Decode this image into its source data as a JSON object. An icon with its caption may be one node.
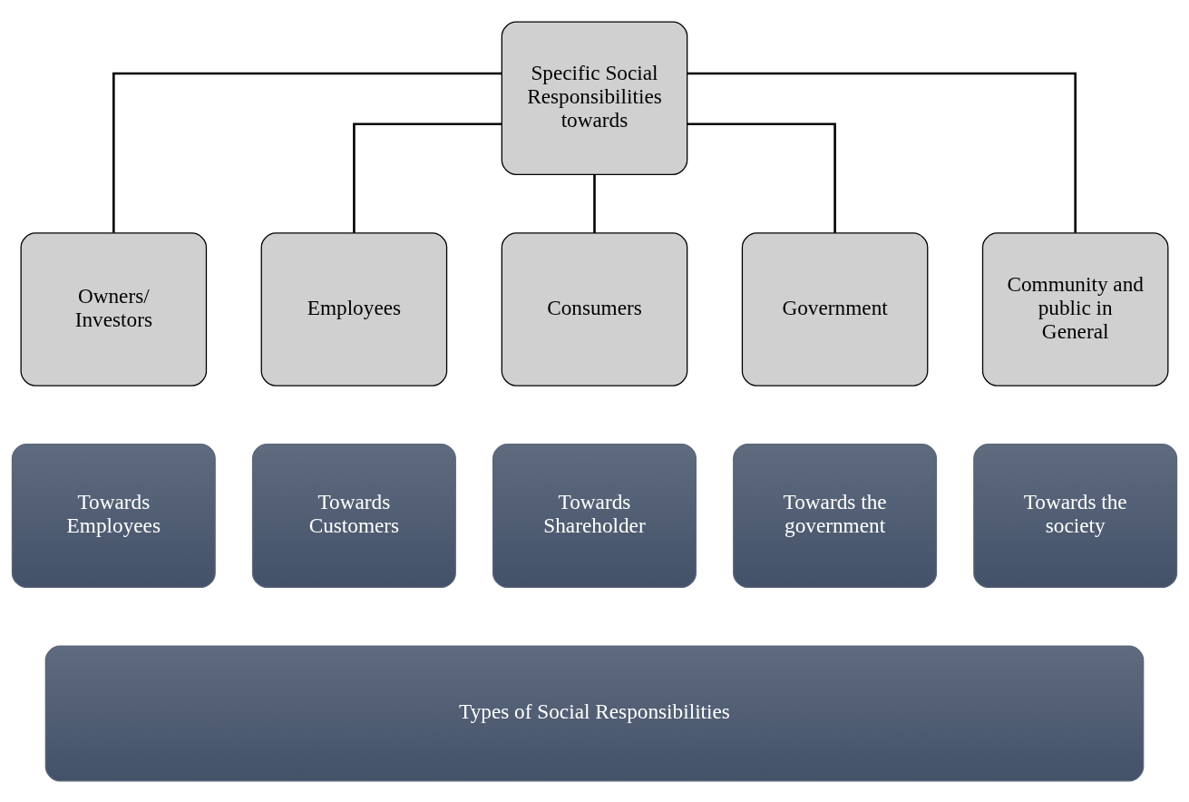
{
  "diagram": {
    "nodes": [
      {
        "text": [
          "Specific Social Responsibilities towards"
        ]
      },
      {
        "text": [
          "Owners/ Investors"
        ]
      },
      {
        "text": [
          "Employees"
        ]
      },
      {
        "text": [
          "Consumers"
        ]
      },
      {
        "text": [
          "Government"
        ]
      },
      {
        "text": [
          "Community and public in General"
        ]
      },
      {
        "text": [
          "Towards Employees"
        ]
      },
      {
        "text": [
          "Towards Customers"
        ]
      },
      {
        "text": [
          "Towards Shareholder"
        ]
      },
      {
        "text": [
          "Towards the government"
        ]
      },
      {
        "text": [
          "Towards the society"
        ]
      },
      {
        "text": [
          "Types of Social Responsibilities"
        ]
      }
    ],
    "edges": [
      {
        "from": 0,
        "to": 1,
        "arrow": "none"
      },
      {
        "from": 0,
        "to": 2,
        "arrow": "none"
      },
      {
        "from": 0,
        "to": 3,
        "arrow": "none"
      },
      {
        "from": 0,
        "to": 4,
        "arrow": "none"
      },
      {
        "from": 0,
        "to": 5,
        "arrow": "none"
      }
    ]
  }
}
